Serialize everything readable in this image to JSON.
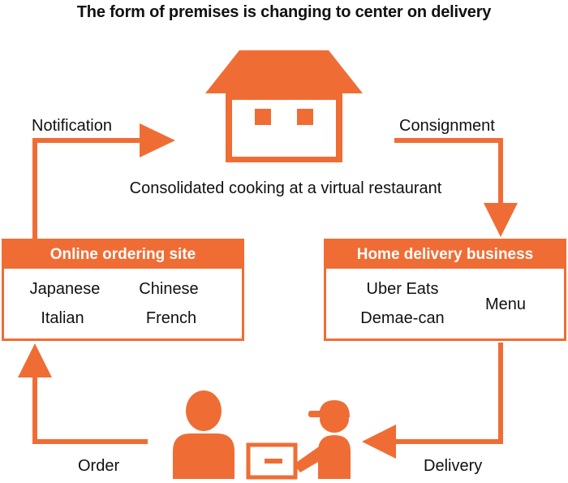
{
  "title": "The form of premises is changing to center on delivery",
  "labels": {
    "notification": "Notification",
    "consignment": "Consignment",
    "restaurant": "Consolidated cooking at a virtual restaurant",
    "order": "Order",
    "delivery": "Delivery"
  },
  "online_site": {
    "header": "Online ordering site",
    "items": [
      "Japanese",
      "Chinese",
      "Italian",
      "French"
    ]
  },
  "delivery_business": {
    "header": "Home delivery business",
    "services": [
      "Uber Eats",
      "Demae-can"
    ],
    "menu": "Menu"
  },
  "colors": {
    "accent": "#ef6d35"
  },
  "icons": [
    "house-icon",
    "customer-icon",
    "courier-icon"
  ]
}
